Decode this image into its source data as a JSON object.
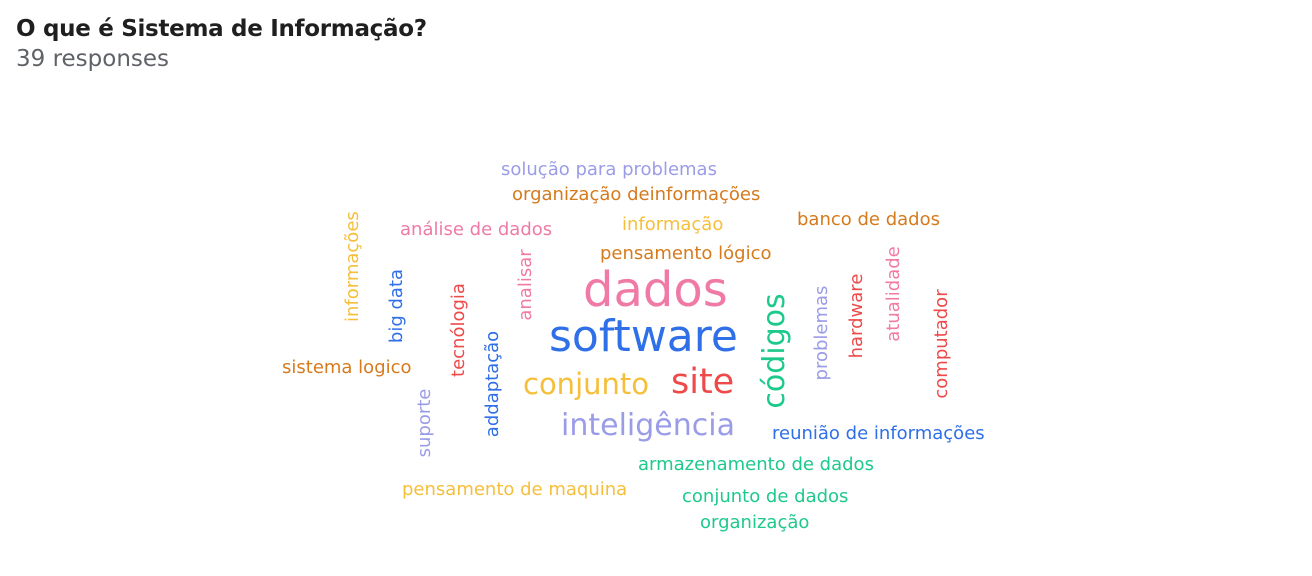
{
  "question": {
    "title": "O que é Sistema de Informação?",
    "responses": "39 responses"
  },
  "colors": {
    "lavender": "#9b9ce8",
    "orange": "#d67a1c",
    "yellow": "#f5bf3a",
    "pink": "#f07aa6",
    "blue": "#2f6fe8",
    "red": "#ee4a4a",
    "green": "#1ec98c"
  },
  "words": [
    {
      "text": "solução para problemas",
      "color": "lavender"
    },
    {
      "text": "organização deinformações",
      "color": "orange"
    },
    {
      "text": "análise de dados",
      "color": "pink"
    },
    {
      "text": "informação",
      "color": "yellow"
    },
    {
      "text": "banco de dados",
      "color": "orange"
    },
    {
      "text": "pensamento lógico",
      "color": "orange"
    },
    {
      "text": "informações",
      "color": "yellow"
    },
    {
      "text": "big data",
      "color": "blue"
    },
    {
      "text": "tecnólogia",
      "color": "red"
    },
    {
      "text": "analisar",
      "color": "pink"
    },
    {
      "text": "addaptação",
      "color": "blue"
    },
    {
      "text": "dados",
      "color": "pink"
    },
    {
      "text": "software",
      "color": "blue"
    },
    {
      "text": "códigos",
      "color": "green"
    },
    {
      "text": "problemas",
      "color": "lavender"
    },
    {
      "text": "hardware",
      "color": "red"
    },
    {
      "text": "atualidade",
      "color": "pink"
    },
    {
      "text": "computador",
      "color": "red"
    },
    {
      "text": "sistema logico",
      "color": "orange"
    },
    {
      "text": "conjunto",
      "color": "yellow"
    },
    {
      "text": "site",
      "color": "red"
    },
    {
      "text": "suporte",
      "color": "lavender"
    },
    {
      "text": "inteligência",
      "color": "lavender"
    },
    {
      "text": "reunião de informações",
      "color": "blue"
    },
    {
      "text": "armazenamento de dados",
      "color": "green"
    },
    {
      "text": "pensamento de maquina",
      "color": "yellow"
    },
    {
      "text": "conjunto de dados",
      "color": "green"
    },
    {
      "text": "organização",
      "color": "green"
    }
  ]
}
